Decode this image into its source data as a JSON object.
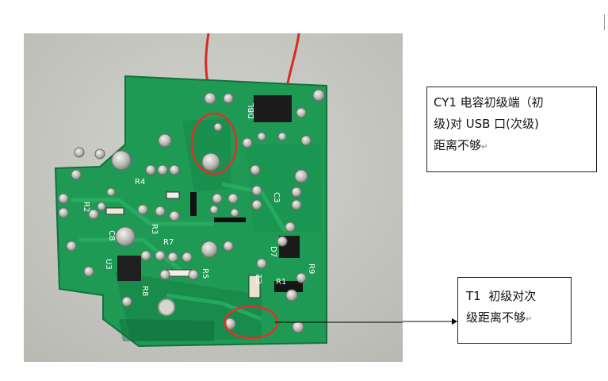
{
  "annotations": {
    "callout1": {
      "lines": [
        "CY1 电容初级端（初",
        "级)对 USB 口(次级)",
        "距离不够"
      ],
      "return_mark": "↵"
    },
    "callout2": {
      "lines": [
        "T1  初级对次",
        "级距离不够"
      ],
      "return_mark": "↵"
    }
  },
  "board": {
    "silkscreen": {
      "dbl": "DBL",
      "r2": "R2",
      "r4": "R4",
      "c8": "C8",
      "r3": "R3",
      "u3": "U3",
      "r8": "R8",
      "r5": "R5",
      "d7": "D7",
      "r9": "R9",
      "c2": "C2",
      "c3": "C3",
      "r1": "R1",
      "r7": "R7"
    }
  },
  "colors": {
    "pcb_green": "#1e9a55",
    "marker_red": "#e0302a",
    "background_gray": "#c6c6c0",
    "pad_silver": "#c9c9c4"
  }
}
